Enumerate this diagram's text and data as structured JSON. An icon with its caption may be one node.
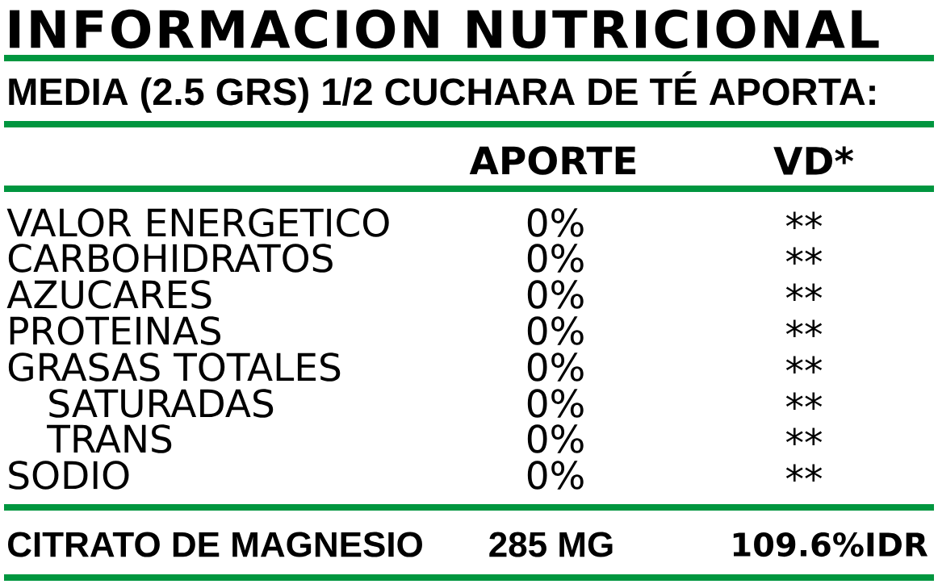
{
  "diagram": {
    "title": "INFORMACION NUTRICIONAL",
    "labels": [
      "MEDIA (2.5 GRS) 1/2 CUCHARA DE TÉ APORTA:",
      "APORTE",
      "VD*",
      "VALOR ENERGETICO",
      "0%",
      "**",
      "CARBOHIDRATOS",
      "0%",
      "**",
      "AZUCARES",
      "0%",
      "**",
      "PROTEINAS",
      "0%",
      "**",
      "GRASAS TOTALES",
      "0%",
      "**",
      "SATURADAS",
      "0%",
      "**",
      "TRANS",
      "0%",
      "**",
      "SODIO",
      "0%",
      "**",
      "CITRATO DE MAGNESIO",
      "285 MG",
      "109.6%IDR"
    ]
  }
}
